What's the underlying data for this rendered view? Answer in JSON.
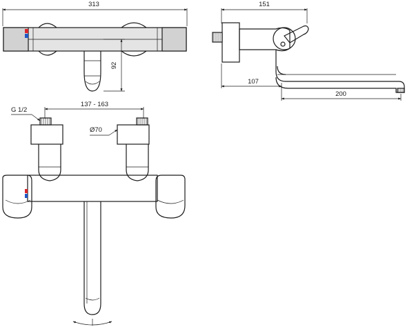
{
  "dimensions": {
    "overall_width": "313",
    "handle_height": "92",
    "side_depth": "151",
    "side_offset": "107",
    "spout_reach": "200",
    "inlet_thread": "G 1/2",
    "inlet_spacing": "137 - 163",
    "escutcheon_diameter": "Ø70"
  },
  "colors": {
    "line": "#1a1a1a",
    "shade": "#e4e4e4",
    "hot_marker": "#d8262c",
    "cold_marker": "#1f57c3"
  }
}
